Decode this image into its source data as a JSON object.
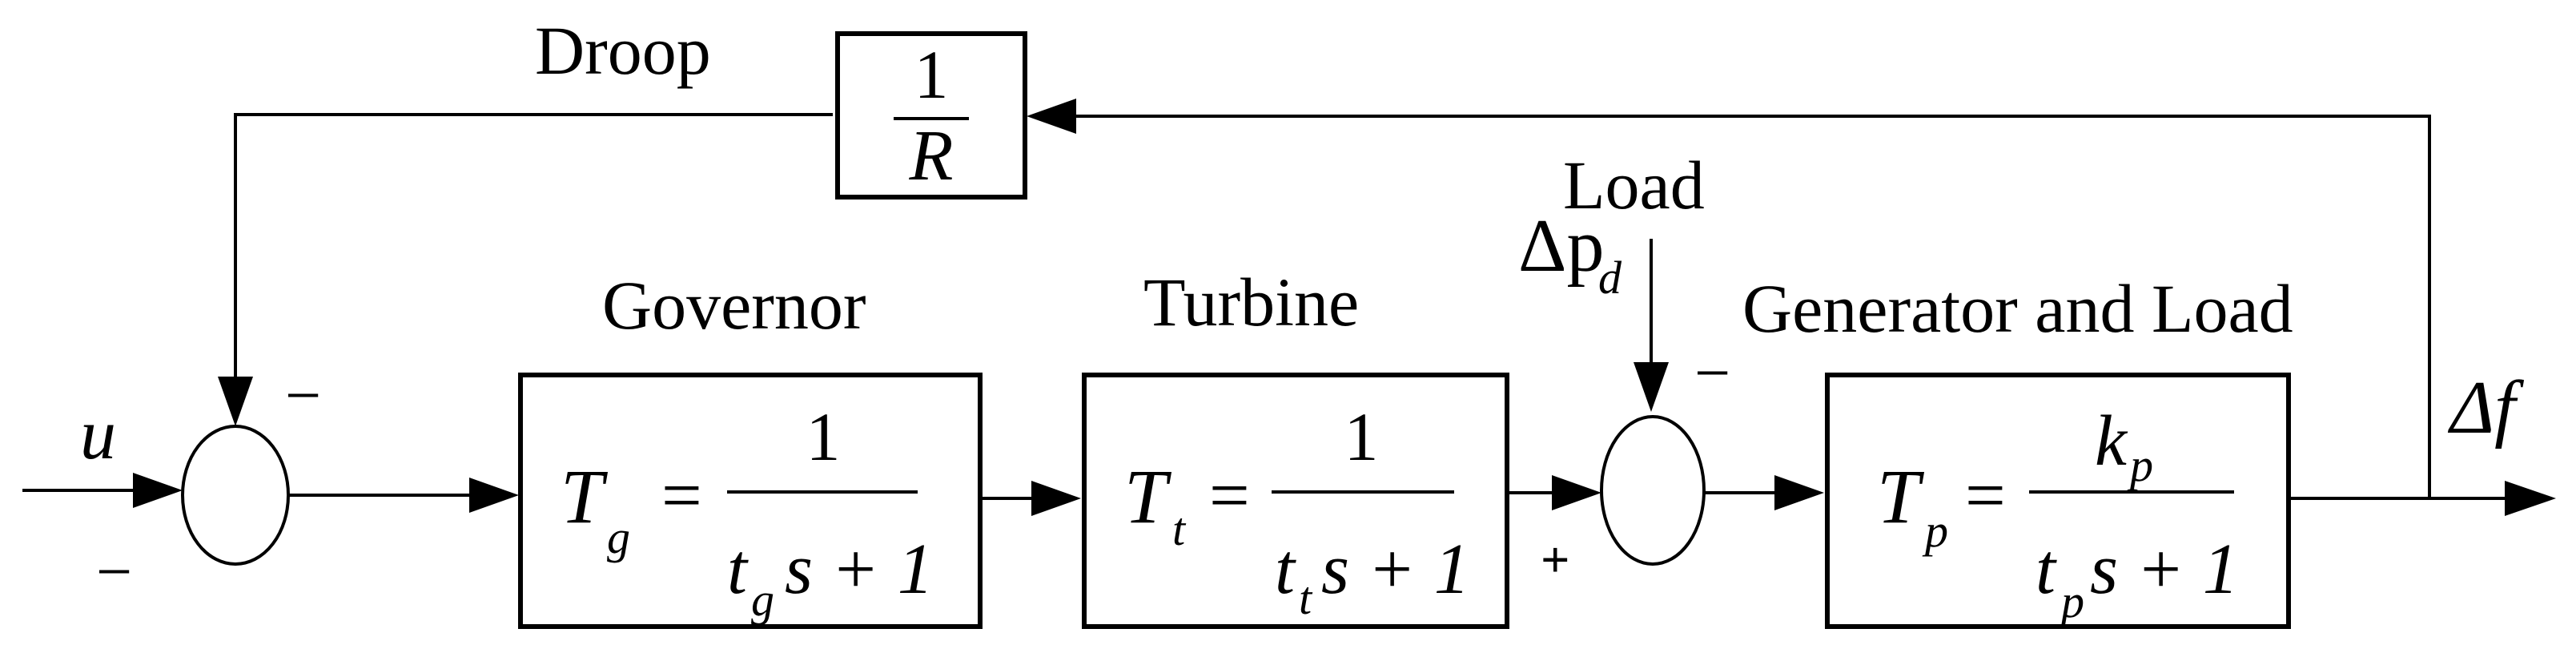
{
  "labels": {
    "droop": "Droop",
    "governor": "Governor",
    "turbine": "Turbine",
    "generator_load": "Generator and Load",
    "load": "Load",
    "input_u": "u",
    "output_df": "Δf",
    "load_dp": "Δp",
    "load_dp_sub": "d"
  },
  "signs": {
    "sum1_top": "−",
    "sum1_bottom": "−",
    "sum2_top": "−",
    "sum2_left": "+"
  },
  "blocks": {
    "droop": {
      "num": "1",
      "den": "R"
    },
    "governor": {
      "lhs": "T",
      "lhs_sub": "g",
      "eq": "=",
      "num": "1",
      "den_a": "t",
      "den_sub": "g",
      "den_b": "s + 1"
    },
    "turbine": {
      "lhs": "T",
      "lhs_sub": "t",
      "eq": "=",
      "num": "1",
      "den_a": "t",
      "den_sub": "t",
      "den_b": "s + 1"
    },
    "generator": {
      "lhs": "T",
      "lhs_sub": "p",
      "eq": "=",
      "num": "k",
      "num_sub": "p",
      "den_a": "t",
      "den_sub": "p",
      "den_b": "s + 1"
    }
  }
}
